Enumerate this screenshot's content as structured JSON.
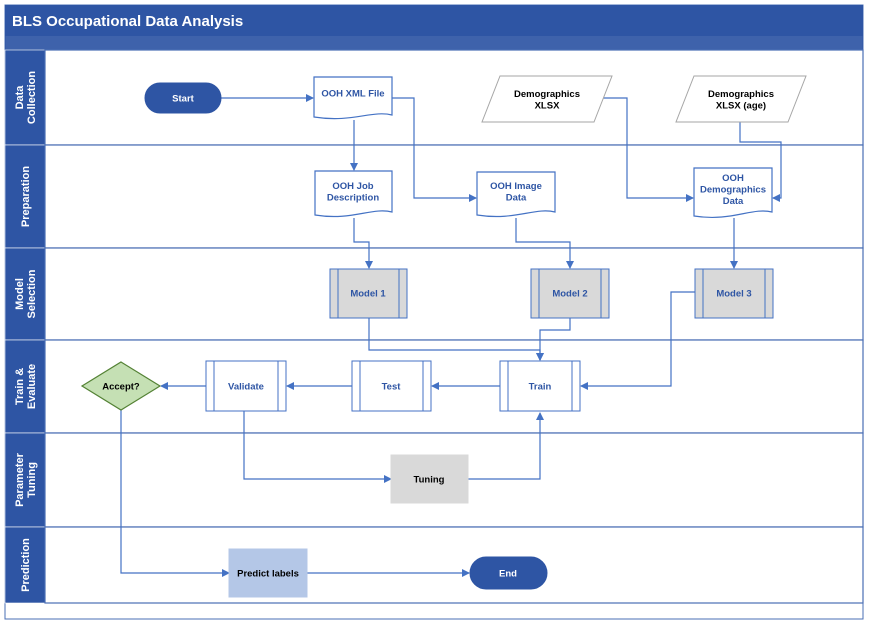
{
  "title": "BLS Occupational Data Analysis",
  "colors": {
    "header": "#2E55A4",
    "lane_border": "#4A6FB5",
    "connector": "#4472C4",
    "node_text": "#2E55A4",
    "terminator_fill": "#2E55A4",
    "process_fill": "#D9D9D9",
    "decision_fill": "#C5E0B4",
    "decision_border": "#548235",
    "predict_fill": "#B4C7E7"
  },
  "lanes": [
    {
      "id": "data-collection",
      "label": [
        "Data",
        "Collection"
      ]
    },
    {
      "id": "preparation",
      "label": [
        "Preparation"
      ]
    },
    {
      "id": "model-selection",
      "label": [
        "Model",
        "Selection"
      ]
    },
    {
      "id": "train-evaluate",
      "label": [
        "Train &",
        "Evaluate"
      ]
    },
    {
      "id": "parameter-tuning",
      "label": [
        "Parameter",
        "Tuning"
      ]
    },
    {
      "id": "prediction",
      "label": [
        "Prediction"
      ]
    }
  ],
  "nodes": {
    "start": {
      "lines": [
        "Start"
      ],
      "icon": "terminator-shape"
    },
    "ooh_xml": {
      "lines": [
        "OOH XML File"
      ],
      "icon": "document-shape"
    },
    "demo_xlsx": {
      "lines": [
        "Demographics",
        "XLSX"
      ],
      "icon": "data-parallelogram-shape"
    },
    "demo_xlsx_age": {
      "lines": [
        "Demographics",
        "XLSX (age)"
      ],
      "icon": "data-parallelogram-shape"
    },
    "ooh_job": {
      "lines": [
        "OOH Job",
        "Description"
      ],
      "icon": "document-shape"
    },
    "ooh_image": {
      "lines": [
        "OOH Image",
        "Data"
      ],
      "icon": "document-shape"
    },
    "ooh_demo": {
      "lines": [
        "OOH",
        "Demographics",
        "Data"
      ],
      "icon": "document-shape"
    },
    "model1": {
      "lines": [
        "Model 1"
      ],
      "icon": "predefined-process-shape"
    },
    "model2": {
      "lines": [
        "Model 2"
      ],
      "icon": "predefined-process-shape"
    },
    "model3": {
      "lines": [
        "Model 3"
      ],
      "icon": "predefined-process-shape"
    },
    "accept": {
      "lines": [
        "Accept?"
      ],
      "icon": "decision-diamond-shape"
    },
    "validate": {
      "lines": [
        "Validate"
      ],
      "icon": "predefined-process-shape"
    },
    "test": {
      "lines": [
        "Test"
      ],
      "icon": "predefined-process-shape"
    },
    "train": {
      "lines": [
        "Train"
      ],
      "icon": "predefined-process-shape"
    },
    "tuning": {
      "lines": [
        "Tuning"
      ],
      "icon": "process-shape"
    },
    "predict": {
      "lines": [
        "Predict labels"
      ],
      "icon": "process-shape"
    },
    "end": {
      "lines": [
        "End"
      ],
      "icon": "terminator-shape"
    }
  }
}
